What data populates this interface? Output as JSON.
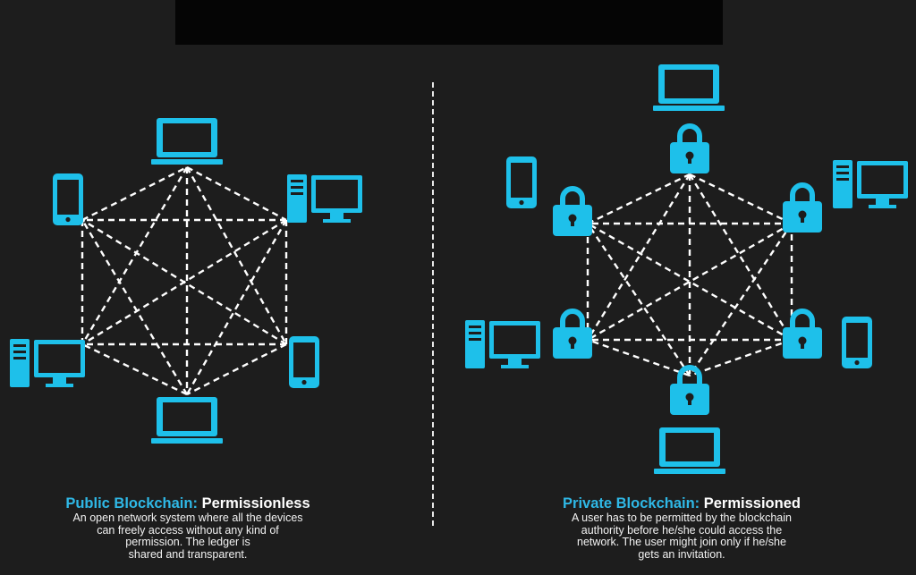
{
  "colors": {
    "background": "#1d1d1d",
    "device": "#1ec0ea",
    "link": "#ffffff",
    "title_accent": "#2fb8e6"
  },
  "public": {
    "title_prefix": "Public Blockchain:",
    "title_suffix": "Permissionless",
    "description_lines": [
      "An open network system where all the devices",
      "can freely access without any kind of",
      "permission. The ledger is",
      "shared and transparent."
    ],
    "devices": [
      "laptop-icon",
      "computer-icon",
      "phone-icon",
      "laptop-icon",
      "computer-icon",
      "phone-icon"
    ]
  },
  "private": {
    "title_prefix": "Private Blockchain:",
    "title_suffix": "Permissioned",
    "description_lines": [
      "A user has to be permitted by the blockchain",
      "authority before he/she could access the",
      "network. The user might join only if he/she",
      "gets an invitation."
    ],
    "devices": [
      "laptop-icon",
      "computer-icon",
      "phone-icon",
      "laptop-icon",
      "computer-icon",
      "phone-icon"
    ],
    "gate_icon": "lock-icon"
  }
}
